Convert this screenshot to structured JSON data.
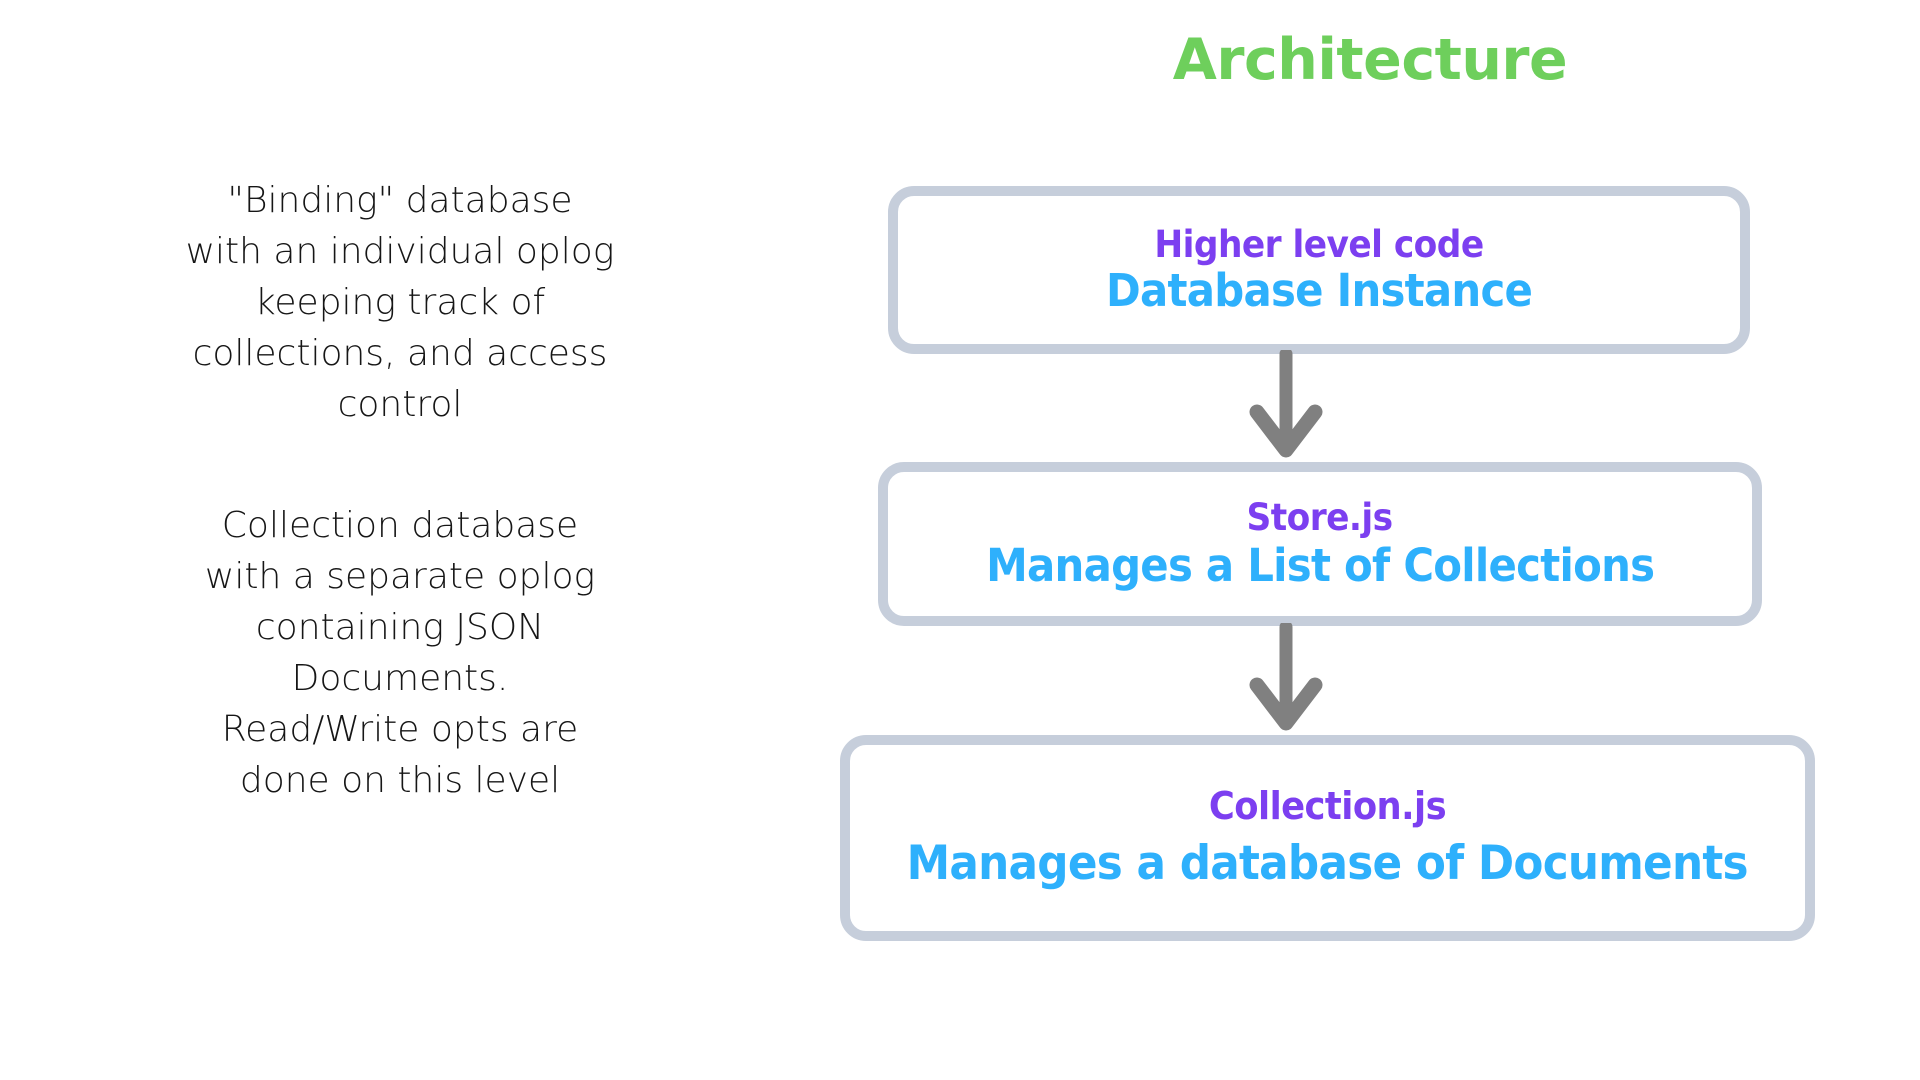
{
  "slide": {
    "title": "Architecture",
    "title_color": "#6ECF5C",
    "background_color": "#FFFFFF"
  },
  "notes": {
    "paragraphs": [
      "\"Binding\" database\nwith an individual oplog\nkeeping track of\ncollections, and access\ncontrol",
      "Collection database\nwith a separate oplog\ncontaining JSON\nDocuments.\nRead/Write opts are\ndone on this level"
    ]
  },
  "diagram": {
    "type": "flowchart",
    "orientation": "vertical",
    "box_border_color": "#C6CEDB",
    "box_fill_color": "#FFFFFF",
    "arrow_color": "#808080",
    "primary_text_color": "#7C3FF0",
    "secondary_text_color": "#2EB0FC",
    "nodes": [
      {
        "id": "database-instance",
        "primary": "Higher level code",
        "secondary": "Database Instance"
      },
      {
        "id": "store-js",
        "primary": "Store.js",
        "secondary": "Manages a List of Collections"
      },
      {
        "id": "collection-js",
        "primary": "Collection.js",
        "secondary": "Manages a database of Documents"
      }
    ],
    "edges": [
      {
        "id": "db-to-store",
        "from": "database-instance",
        "to": "store-js",
        "icon": "arrow-down-icon"
      },
      {
        "id": "store-to-collection",
        "from": "store-js",
        "to": "collection-js",
        "icon": "arrow-down-icon"
      }
    ]
  }
}
